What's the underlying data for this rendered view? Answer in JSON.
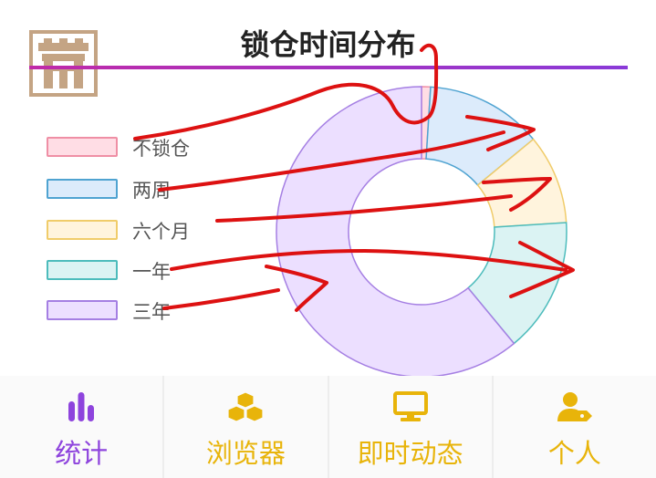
{
  "page": {
    "title": "锁仓时间分布"
  },
  "colors": {
    "title_line_start": "#c02aa8",
    "title_line_end": "#8a3ad8",
    "logo": "#c4a484",
    "tab_active": "#8e44dd",
    "tab_inactive": "#e8b40a",
    "scribble": "#dd1111"
  },
  "chart_data": {
    "type": "pie",
    "hole": true,
    "categories": [
      "不锁仓",
      "两周",
      "六个月",
      "一年",
      "三年"
    ],
    "values": [
      1,
      13,
      10,
      15,
      61
    ],
    "fill_colors": [
      "#ffdde5",
      "#dcebfb",
      "#fff4dd",
      "#dbf3f3",
      "#ecdfff"
    ],
    "stroke_colors": [
      "#ef8fa5",
      "#4fa3d1",
      "#f0cc6a",
      "#4dbcbc",
      "#a57fe3"
    ],
    "legend_position": "left"
  },
  "tabs": [
    {
      "label": "统计",
      "icon": "bar-chart-icon",
      "active": true
    },
    {
      "label": "浏览器",
      "icon": "cubes-icon",
      "active": false
    },
    {
      "label": "即时动态",
      "icon": "monitor-icon",
      "active": false
    },
    {
      "label": "个人",
      "icon": "user-tag-icon",
      "active": false
    }
  ]
}
